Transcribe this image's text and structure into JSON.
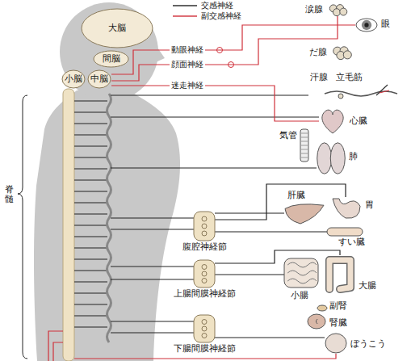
{
  "diagram": {
    "nodes": [
      {
        "text": [
          "大脳"
        ]
      },
      {
        "text": [
          "間脳"
        ]
      },
      {
        "text": [
          "中脳"
        ]
      },
      {
        "text": [
          "小脳"
        ]
      },
      {
        "text": [
          "涙腺"
        ]
      },
      {
        "text": [
          "眼"
        ]
      },
      {
        "text": [
          "だ腺"
        ]
      },
      {
        "text": [
          "汗腺",
          "立毛筋"
        ]
      },
      {
        "text": [
          "心臓"
        ]
      },
      {
        "text": [
          "肺"
        ]
      },
      {
        "text": [
          "気管"
        ]
      },
      {
        "text": [
          "肝臓"
        ]
      },
      {
        "text": [
          "胃"
        ]
      },
      {
        "text": [
          "すい臓"
        ]
      },
      {
        "text": [
          "腹腔神経節"
        ]
      },
      {
        "text": [
          "小腸"
        ]
      },
      {
        "text": [
          "大腸"
        ]
      },
      {
        "text": [
          "上腸間膜神経節"
        ]
      },
      {
        "text": [
          "副腎"
        ]
      },
      {
        "text": [
          "腎臓"
        ]
      },
      {
        "text": [
          "下腸間膜神経節"
        ]
      },
      {
        "text": [
          "ぼうこう"
        ]
      }
    ],
    "edges": [
      {
        "from": 2,
        "to": 5,
        "label": "動眼神経",
        "arrow": "none"
      },
      {
        "from": 2,
        "to": 4,
        "label": "顔面神経",
        "arrow": "none"
      },
      {
        "from": 2,
        "to": 8,
        "label": "迷走神経",
        "arrow": "none"
      },
      {
        "from": 14,
        "to": 11,
        "arrow": "none"
      },
      {
        "from": 14,
        "to": 12,
        "arrow": "none"
      },
      {
        "from": 14,
        "to": 13,
        "arrow": "none"
      },
      {
        "from": 17,
        "to": 15,
        "arrow": "none"
      },
      {
        "from": 17,
        "to": 16,
        "arrow": "none"
      },
      {
        "from": 20,
        "to": 21,
        "arrow": "none"
      }
    ],
    "labels": [
      "脊髄"
    ],
    "legend": [
      {
        "text": "交感神経"
      },
      {
        "text": "副交感神経"
      }
    ]
  }
}
